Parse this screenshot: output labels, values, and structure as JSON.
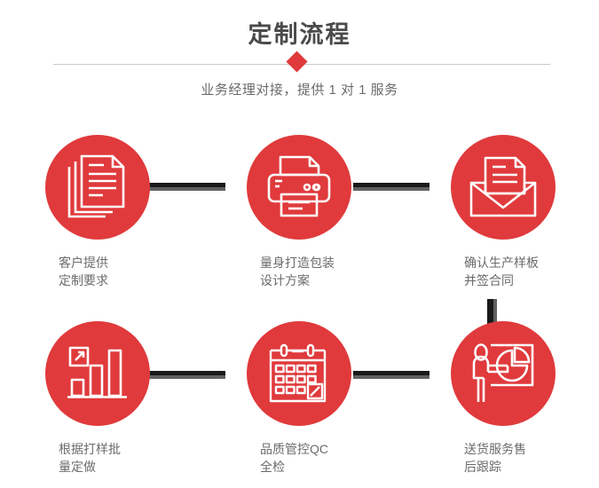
{
  "header": {
    "title": "定制流程",
    "subtitle": "业务经理对接，提供 1 对 1 服务",
    "accent_color": "#e03a3c",
    "title_color": "#4a4a4a",
    "divider_color": "#c9c9c9"
  },
  "flow": {
    "steps": [
      {
        "index": "1",
        "icon": "documents-icon",
        "label": "客户提供\n定制要求"
      },
      {
        "index": "2",
        "icon": "printer-icon",
        "label": "量身打造包装\n设计方案"
      },
      {
        "index": "3",
        "icon": "envelope-icon",
        "label": "确认生产样板\n并签合同"
      },
      {
        "index": "4",
        "icon": "bar-chart-icon",
        "label": "根据打样批\n量定做"
      },
      {
        "index": "5",
        "icon": "calendar-icon",
        "label": "品质管控QC\n全检"
      },
      {
        "index": "6",
        "icon": "presenter-icon",
        "label": "送货服务售\n后跟踪"
      }
    ],
    "connector_dark_color": "#1a1a1a",
    "connector_gray_color": "#616161",
    "circle_color": "#e03a3c",
    "label_color": "#6b6b6b"
  }
}
